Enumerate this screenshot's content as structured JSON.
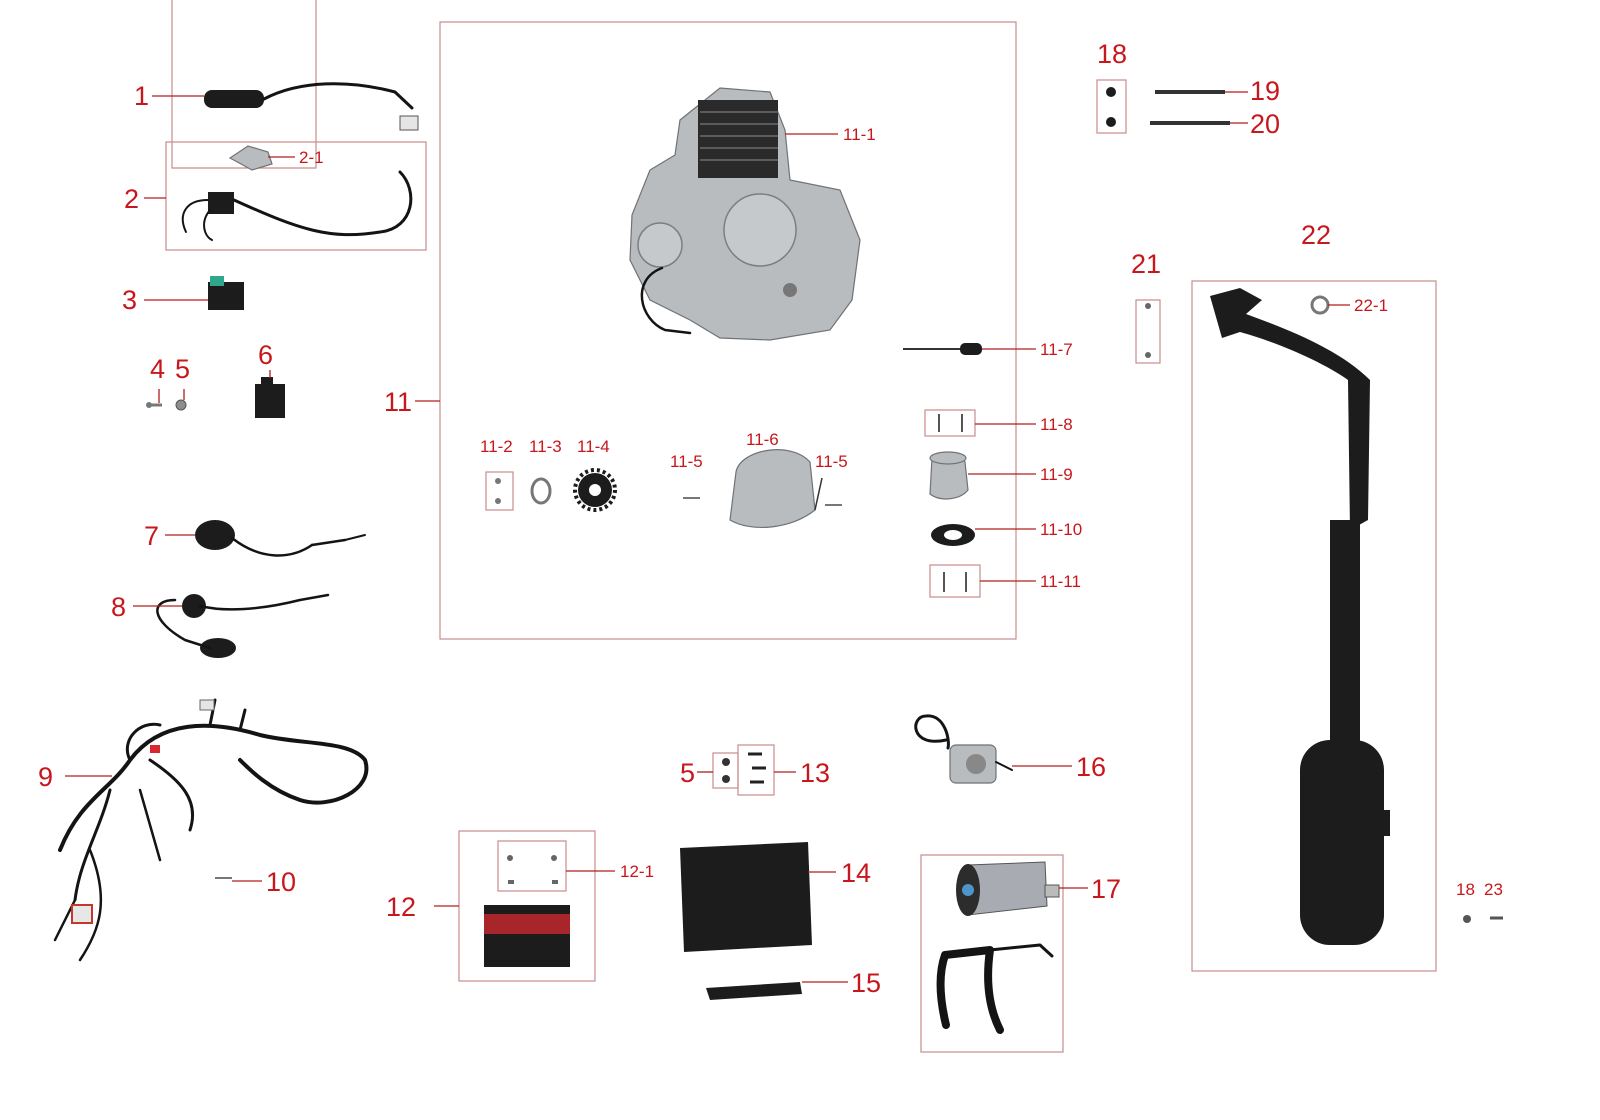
{
  "colors": {
    "label": "#c8171c",
    "box": "#c98b8b",
    "leader": "#b01e1e",
    "metal": "#b9bcbf",
    "part": "#1c1c1c"
  },
  "labels": {
    "p1": "1",
    "p2": "2",
    "p2_1": "2-1",
    "p3": "3",
    "p4": "4",
    "p5": "5",
    "p6": "6",
    "p7": "7",
    "p8": "8",
    "p9": "9",
    "p10": "10",
    "p11": "11",
    "p11_1": "11-1",
    "p11_2": "11-2",
    "p11_3": "11-3",
    "p11_4": "11-4",
    "p11_5a": "11-5",
    "p11_5b": "11-5",
    "p11_6": "11-6",
    "p11_7": "11-7",
    "p11_8": "11-8",
    "p11_9": "11-9",
    "p11_10": "11-10",
    "p11_11": "11-11",
    "p12": "12",
    "p12_1": "12-1",
    "p5b": "5",
    "p13": "13",
    "p14": "14",
    "p15": "15",
    "p16": "16",
    "p17": "17",
    "p18": "18",
    "p19": "19",
    "p20": "20",
    "p21": "21",
    "p22": "22",
    "p22_1": "22-1",
    "p18b": "18",
    "p23": "23"
  },
  "parts": [
    {
      "id": "1",
      "icon": "ignition-switch-icon"
    },
    {
      "id": "2",
      "icon": "ignition-coil-icon"
    },
    {
      "id": "2-1",
      "icon": "spark-plug-cap-icon"
    },
    {
      "id": "3",
      "icon": "cdi-unit-icon"
    },
    {
      "id": "4",
      "icon": "bolt-icon"
    },
    {
      "id": "5",
      "icon": "nut-icon"
    },
    {
      "id": "6",
      "icon": "relay-icon"
    },
    {
      "id": "7",
      "icon": "starter-relay-icon"
    },
    {
      "id": "8",
      "icon": "key-switch-icon"
    },
    {
      "id": "9",
      "icon": "wire-harness-icon"
    },
    {
      "id": "10",
      "icon": "pin-icon"
    },
    {
      "id": "11",
      "icon": "engine-assembly-icon"
    },
    {
      "id": "12",
      "icon": "battery-icon"
    },
    {
      "id": "13",
      "icon": "screw-icon"
    },
    {
      "id": "14",
      "icon": "battery-cover-icon"
    },
    {
      "id": "15",
      "icon": "battery-strap-icon"
    },
    {
      "id": "16",
      "icon": "carburetor-icon"
    },
    {
      "id": "17",
      "icon": "air-filter-icon"
    },
    {
      "id": "18",
      "icon": "nut-icon"
    },
    {
      "id": "19",
      "icon": "bolt-icon"
    },
    {
      "id": "20",
      "icon": "bolt-icon"
    },
    {
      "id": "21",
      "icon": "bracket-icon"
    },
    {
      "id": "22",
      "icon": "exhaust-muffler-icon"
    },
    {
      "id": "23",
      "icon": "bolt-icon"
    }
  ]
}
